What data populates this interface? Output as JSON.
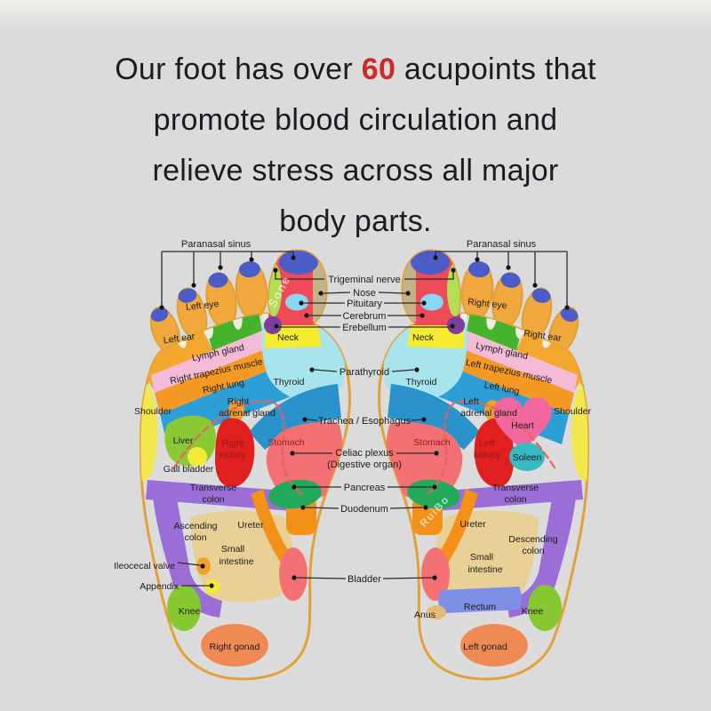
{
  "headline": {
    "line1_prefix": "Our foot has over ",
    "line1_highlight": "60",
    "line1_suffix": " acupoints that",
    "line2": "promote blood circulation and",
    "line3": "relieve stress across all major",
    "line4": "body parts."
  },
  "colors": {
    "background": "#dbdbdb",
    "headline_text": "#1b1b22",
    "highlight": "#cf2b26",
    "foot_outline": "#e2a239"
  },
  "watermarks": {
    "big_toe": "Sone",
    "duodenum_band": "RuiBo"
  },
  "center_labels": {
    "trigeminal_nerve": "Trigeminal nerve",
    "nose": "Nose",
    "pituitary": "Pituitary",
    "cerebrum": "Cerebrum",
    "cerebellum": "Erebellum",
    "parathyroid": "Parathyroid",
    "trachea_esophagus": "Trachea / Esophagus",
    "celiac_plexus": "Celiac plexus",
    "celiac_plexus_sub": "(Digestive organ)",
    "pancreas": "Pancreas",
    "duodenum": "Duodenum",
    "bladder": "Bladder"
  },
  "left_foot": {
    "paranasal_sinus": "Paranasal sinus",
    "eye": "Left eye",
    "ear": "Left ear",
    "lymph_gland": "Lymph gland",
    "trapezius": "Right trapezius muscle",
    "lung": "Right lung",
    "neck": "Neck",
    "thyroid": "Thyroid",
    "shoulder": "Shoulder",
    "adrenal_line1": "Right",
    "adrenal_line2": "adrenal gland",
    "liver": "Liver",
    "kidney_line1": "Right",
    "kidney_line2": "kidney",
    "gall_bladder": "Gall bladder",
    "stomach": "Stomach",
    "transverse_line1": "Transverse",
    "transverse_line2": "colon",
    "ascending_line1": "Ascending",
    "ascending_line2": "colon",
    "ureter": "Ureter",
    "small_intestine_line1": "Small",
    "small_intestine_line2": "intestine",
    "ileocecal_valve": "Ileocecal valve",
    "appendix": "Appendix",
    "knee": "Knee",
    "gonad": "Right gonad"
  },
  "right_foot": {
    "paranasal_sinus": "Paranasal sinus",
    "eye": "Right eye",
    "ear": "Right ear",
    "lymph_gland": "Lymph gland",
    "trapezius": "Left trapezius muscle",
    "lung": "Left lung",
    "neck": "Neck",
    "thyroid": "Thyroid",
    "shoulder": "Shoulder",
    "adrenal_line1": "Left",
    "adrenal_line2": "adrenal gland",
    "heart": "Heart",
    "kidney_line1": "Left",
    "kidney_line2": "kidney",
    "spleen": "Soleen",
    "stomach": "Stomach",
    "transverse_line1": "Transverse",
    "transverse_line2": "colon",
    "descending_line1": "Descending",
    "descending_line2": "colon",
    "ureter": "Ureter",
    "small_intestine_line1": "Small",
    "small_intestine_line2": "intestine",
    "rectum": "Rectum",
    "anus": "Anus",
    "knee": "Knee",
    "gonad": "Left gonad"
  }
}
